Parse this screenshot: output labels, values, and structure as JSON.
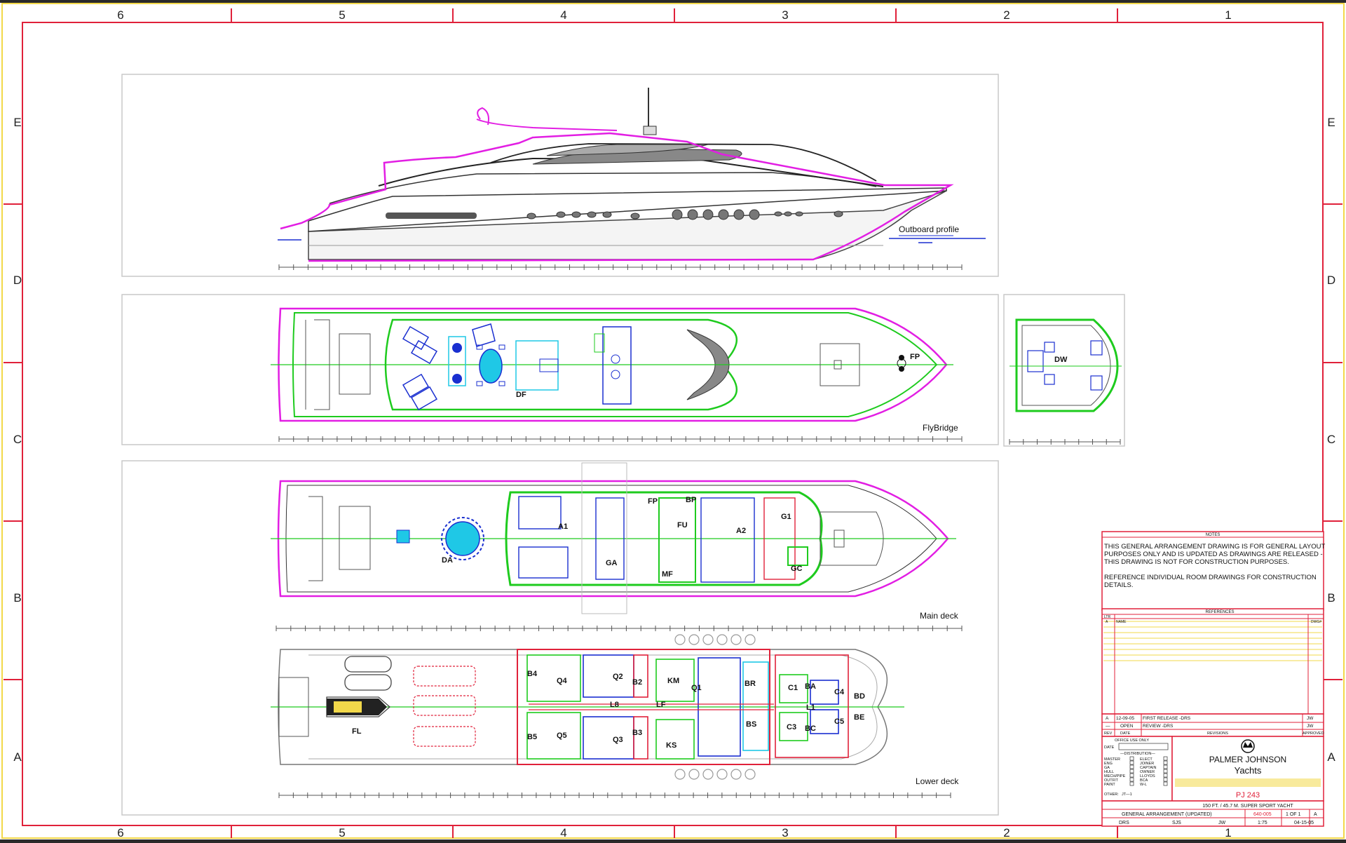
{
  "colors": {
    "frame": "#e0213a",
    "mag": "#e21ee3",
    "grn": "#1ecb1e",
    "blu": "#1a2fd0",
    "cyn": "#1fc8e6",
    "red": "#e0213a",
    "yellow": "#f2d84a"
  },
  "border": {
    "columns": [
      "6",
      "5",
      "4",
      "3",
      "2",
      "1"
    ],
    "rows": [
      "E",
      "D",
      "C",
      "B",
      "A"
    ]
  },
  "views": {
    "outboard": "Outboard profile",
    "flybridge": "FlyBridge",
    "main": "Main deck",
    "lower": "Lower deck"
  },
  "rooms": {
    "flybridge": [
      "DF",
      "FP",
      "DW"
    ],
    "main": [
      "A1",
      "GA",
      "FU",
      "A2",
      "G1",
      "GC",
      "DA",
      "MF",
      "FP",
      "BP"
    ],
    "lower": [
      "Q4",
      "Q2",
      "B4",
      "B2",
      "L8",
      "Q5",
      "Q3",
      "B5",
      "B3",
      "KM",
      "LF",
      "KS",
      "Q1",
      "BR",
      "BS",
      "C1",
      "C3",
      "C4",
      "C5",
      "BA",
      "BC",
      "BD",
      "BE",
      "L1",
      "FL"
    ]
  },
  "notes": {
    "heading": "NOTES",
    "lines": [
      "THIS GENERAL ARRANGEMENT DRAWING IS FOR GENERAL LAYOUT",
      "PURPOSES ONLY AND IS UPDATED AS DRAWINGS ARE RELEASED -",
      "THIS DRAWING IS NOT FOR CONSTRUCTION PURPOSES.",
      "",
      "REFERENCE INDIVIDUAL ROOM DRAWINGS FOR CONSTRUCTION",
      "DETAILS."
    ]
  },
  "references": {
    "heading": "REFERENCES",
    "col_ltr": "LTR",
    "col_name": "NAME",
    "col_dwg": "DWG#",
    "row_a": "A"
  },
  "revisions": {
    "rows": [
      [
        "A",
        "12-09-05",
        "FIRST RELEASE  -DRS",
        "JW"
      ],
      [
        "—",
        "OPEN",
        "REVIEW  -DRS",
        "JW"
      ]
    ],
    "header": [
      "REV",
      "DATE",
      "REVISIONS",
      "APPROVED"
    ]
  },
  "distribution": {
    "office": "OFFICE USE ONLY",
    "date": "DATE",
    "title": "—DISTRIBUTION—",
    "left": [
      "MASTER",
      "ENG",
      "GA",
      "HULL",
      "MECH/PIPE",
      "OUTFIT",
      "PAINT"
    ],
    "right": [
      "ELECT",
      "JOINER",
      "CAPTAIN",
      "OWNER",
      "LLOYDS",
      "BCA",
      "W-L"
    ],
    "other": "OTHER:",
    "other_val": "JT—1"
  },
  "company": {
    "name": "PALMER JOHNSON",
    "sub": "Yachts"
  },
  "project": {
    "code": "PJ 243",
    "desc": "150 FT. / 45.7 M. SUPER SPORT YACHT"
  },
  "drawing": {
    "title": "GENERAL ARRANGEMENT (UPDATED)",
    "number": "640-005",
    "sheet": "1 OF 1",
    "rev": "A",
    "drawn": "DRS",
    "checked": "SJS",
    "approved": "JW",
    "scale": "1:75",
    "date": "04-15-05"
  }
}
